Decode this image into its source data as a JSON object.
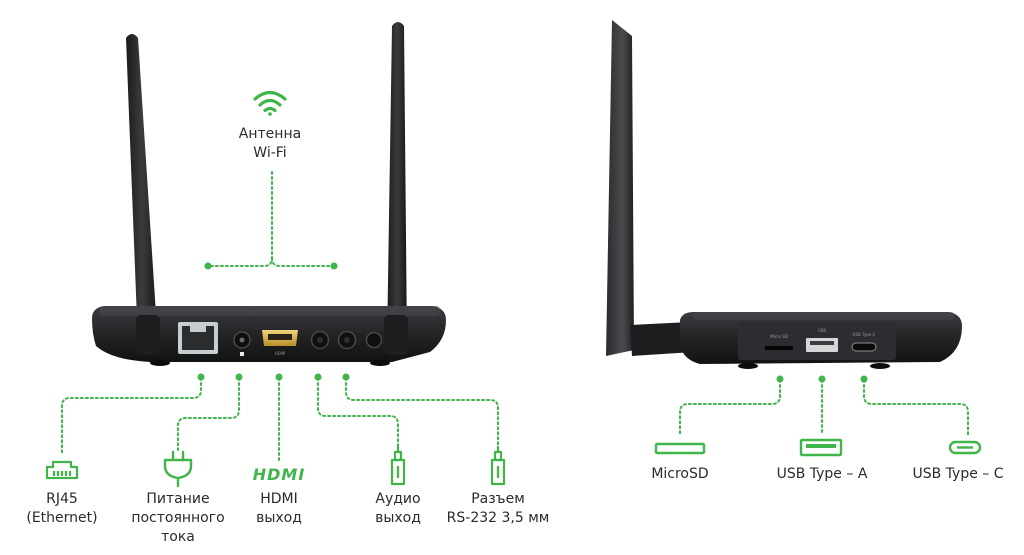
{
  "accent_color": "#3fb54a",
  "labels": {
    "antenna": [
      "Антенна",
      "Wi-Fi"
    ],
    "rj45": [
      "RJ45",
      "(Ethernet)"
    ],
    "power": [
      "Питание",
      "постоянного",
      "тока"
    ],
    "hdmi": [
      "HDMI",
      "выход"
    ],
    "audio": [
      "Аудио",
      "выход"
    ],
    "rs232": [
      "Разъем",
      "RS-232 3,5 мм"
    ],
    "microsd": "MicroSD",
    "usb_a": "USB Type – A",
    "usb_c": "USB Type – C"
  },
  "device_port_labels": {
    "hdmi": "HDMI",
    "microsd": "Micro SD",
    "usb": "USB",
    "usb_c": "USB Type-C"
  },
  "icon_text": {
    "hdmi_logo": "HDMI"
  },
  "icons": {
    "antenna": "wifi-icon",
    "rj45": "ethernet-port-icon",
    "power": "power-plug-icon",
    "hdmi": "hdmi-logo-icon",
    "audio": "audio-jack-icon",
    "rs232": "audio-jack-icon",
    "microsd": "microsd-card-icon",
    "usb_a": "usb-a-icon",
    "usb_c": "usb-c-icon"
  }
}
